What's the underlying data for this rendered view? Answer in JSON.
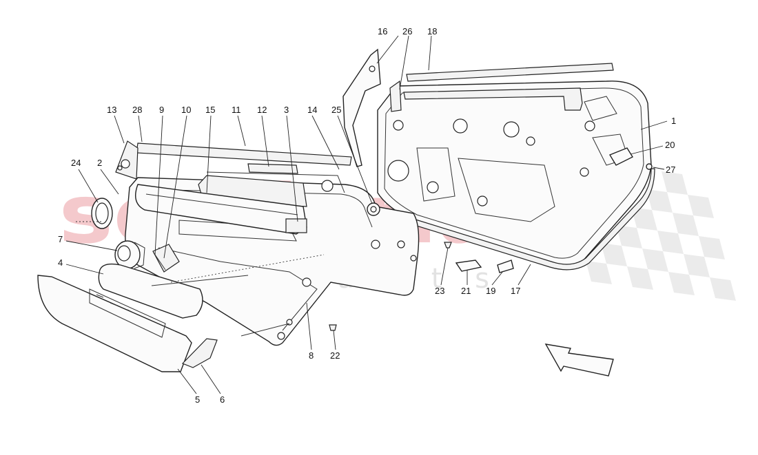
{
  "watermark": {
    "brand": "scuderia",
    "sub": "car parts"
  },
  "callouts": [
    {
      "id": "1",
      "label": "1"
    },
    {
      "id": "2",
      "label": "2"
    },
    {
      "id": "3",
      "label": "3"
    },
    {
      "id": "4",
      "label": "4"
    },
    {
      "id": "5",
      "label": "5"
    },
    {
      "id": "6",
      "label": "6"
    },
    {
      "id": "7",
      "label": "7"
    },
    {
      "id": "8",
      "label": "8"
    },
    {
      "id": "9",
      "label": "9"
    },
    {
      "id": "10",
      "label": "10"
    },
    {
      "id": "11",
      "label": "11"
    },
    {
      "id": "12",
      "label": "12"
    },
    {
      "id": "13",
      "label": "13"
    },
    {
      "id": "14",
      "label": "14"
    },
    {
      "id": "15",
      "label": "15"
    },
    {
      "id": "16",
      "label": "16"
    },
    {
      "id": "17",
      "label": "17"
    },
    {
      "id": "18",
      "label": "18"
    },
    {
      "id": "19",
      "label": "19"
    },
    {
      "id": "20",
      "label": "20"
    },
    {
      "id": "21",
      "label": "21"
    },
    {
      "id": "22",
      "label": "22"
    },
    {
      "id": "23",
      "label": "23"
    },
    {
      "id": "24",
      "label": "24"
    },
    {
      "id": "25",
      "label": "25"
    },
    {
      "id": "26",
      "label": "26"
    },
    {
      "id": "27",
      "label": "27"
    },
    {
      "id": "28",
      "label": "28"
    }
  ],
  "icons": {
    "direction_arrow": "arrow-icon",
    "checkered_flag": "checkered-flag-icon"
  }
}
